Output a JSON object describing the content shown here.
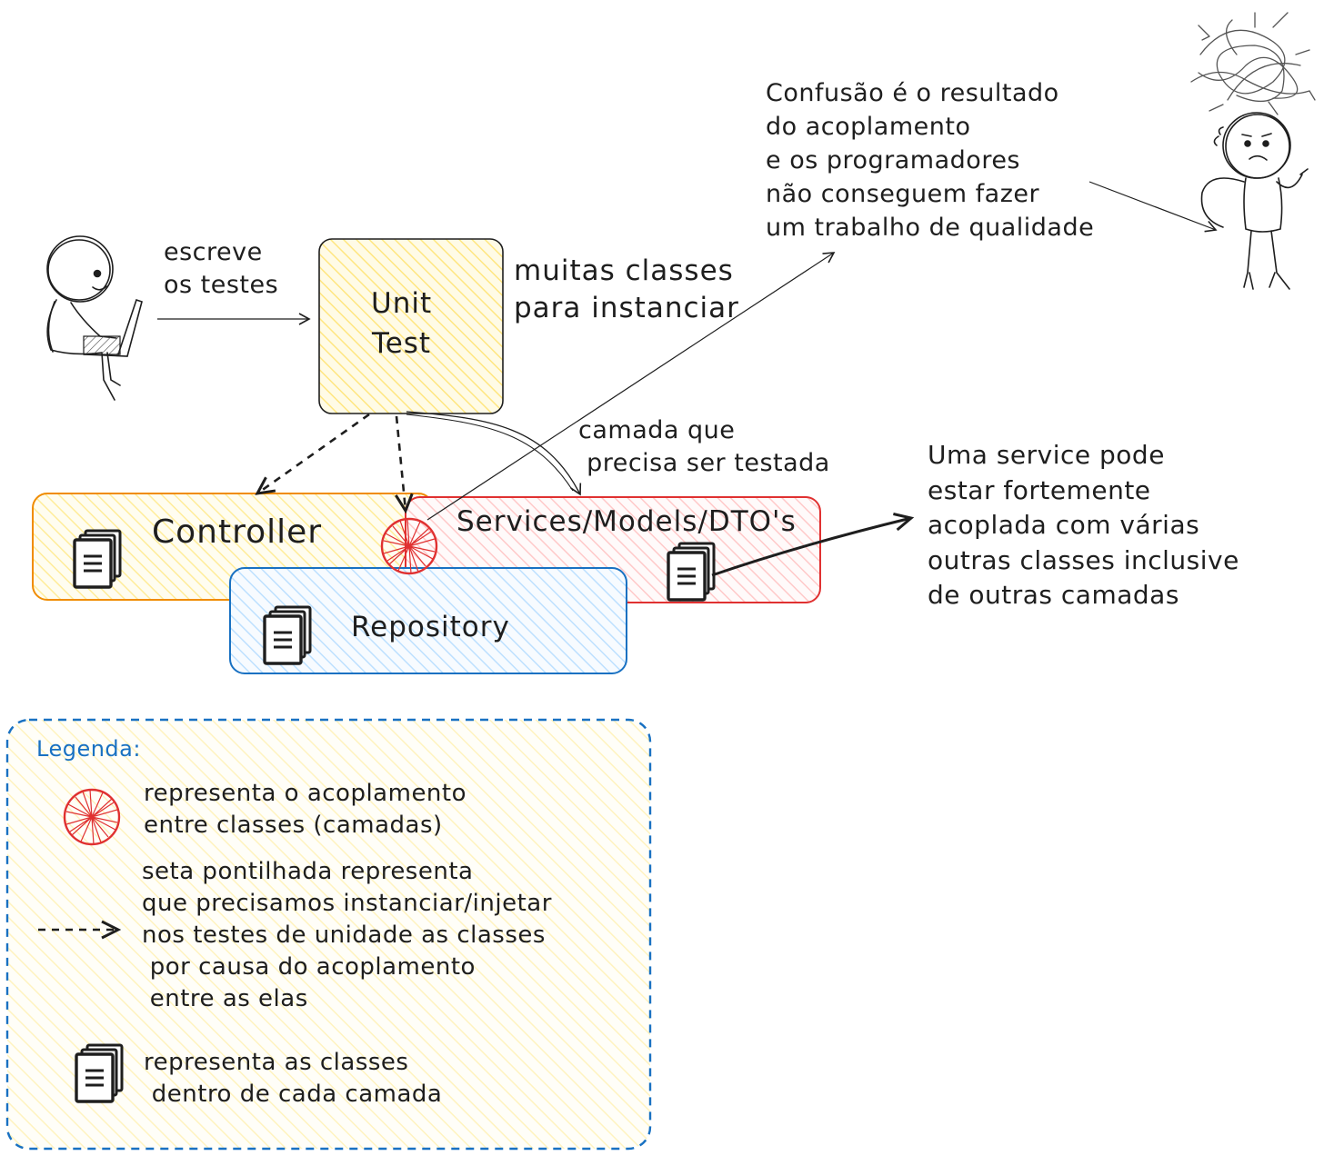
{
  "labels": {
    "writes_tests": "escreve\nos testes",
    "unit_test": "Unit\nTest",
    "many_classes": "muitas classes\npara instanciar",
    "layer_to_test": "camada que\n precisa ser testada",
    "confusion": "Confusão é o resultado\ndo acoplamento\ne os programadores\nnão conseguem fazer\num trabalho de qualidade",
    "service_note": "Uma service pode\nestar fortemente\nacoplada com várias\noutras classes inclusive\nde outras camadas",
    "controller": "Controller",
    "services": "Services/Models/DTO's",
    "repository": "Repository"
  },
  "legend": {
    "title": "Legenda:",
    "coupling": "representa o acoplamento\nentre classes (camadas)",
    "dashed_arrow": "seta pontilhada representa\nque precisamos instanciar/injetar\nnos testes de unidade as classes\n por causa do acoplamento\n entre as elas",
    "classes": "representa as classes\n dentro de cada camada"
  },
  "colors": {
    "unit_test_fill": "#fff3bf",
    "unit_test_stroke": "#1e1e1e",
    "controller_fill": "#ffec99",
    "controller_stroke": "#f08c00",
    "services_fill": "#ffc9c9",
    "services_stroke": "#e03131",
    "repository_fill": "#a5d8ff",
    "repository_stroke": "#1971c2",
    "legend_fill": "#fff9db",
    "legend_stroke": "#1971c2",
    "coupling": "#e03131",
    "ink": "#1e1e1e"
  },
  "icons": [
    "person-laptop-icon",
    "confused-person-icon",
    "tangled-thoughts-icon",
    "document-stack-icon",
    "coupling-burst-icon"
  ]
}
